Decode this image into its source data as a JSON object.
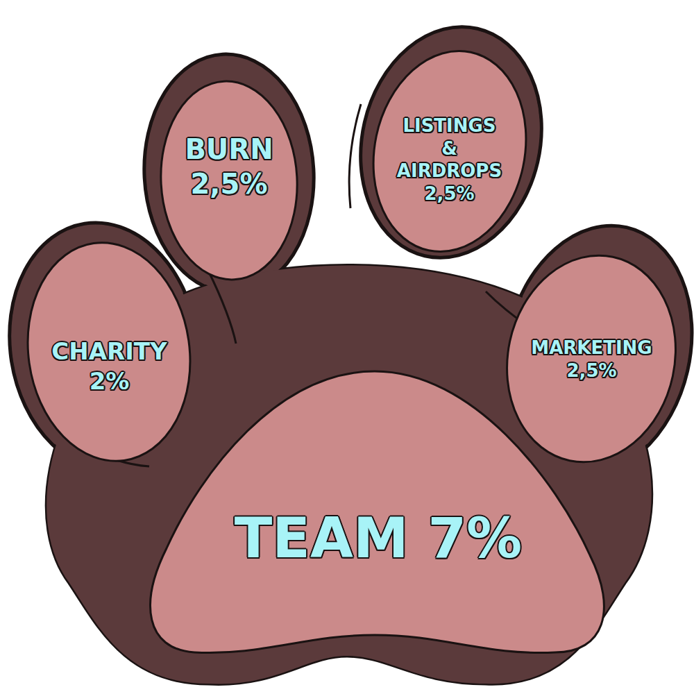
{
  "diagram": {
    "nodes": [
      {
        "text": [
          "BURN",
          "2,5%"
        ]
      },
      {
        "text": [
          "LISTINGS & AIRDROPS",
          "2,5%"
        ]
      },
      {
        "text": [
          "CHARITY",
          "2%"
        ]
      },
      {
        "text": [
          "MARKETING",
          "2,5%"
        ]
      },
      {
        "text": [
          "TEAM 7%"
        ]
      }
    ]
  }
}
